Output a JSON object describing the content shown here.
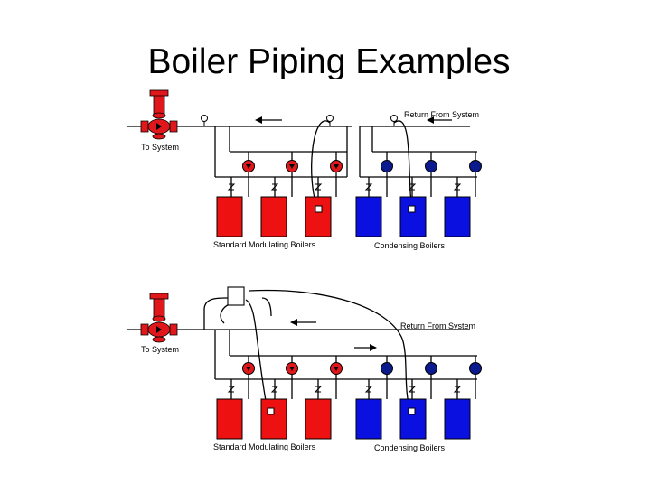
{
  "slide": {
    "title": "Boiler Piping Examples"
  },
  "diagrams": [
    {
      "to_system_label": "To System",
      "return_label": "Return From System",
      "standard_label": "Standard Modulating Boilers",
      "condensing_label": "Condensing Boilers"
    },
    {
      "to_system_label": "To System",
      "return_label": "Return From System",
      "standard_label": "Standard Modulating Boilers",
      "condensing_label": "Condensing Boilers"
    }
  ],
  "colors": {
    "standard_boiler": "#ee1111",
    "condensing_boiler": "#0a10e0",
    "pump": "#e0181c",
    "pipe": "#000000"
  }
}
